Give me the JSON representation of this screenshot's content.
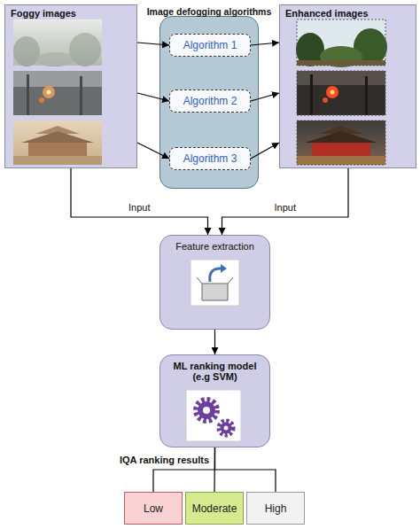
{
  "diagram": {
    "nodes": [
      {
        "text": [
          "Foggy images"
        ]
      },
      {
        "text": [
          "Image defogging algorithms"
        ]
      },
      {
        "text": [
          "Algorithm 1"
        ],
        "in": 1
      },
      {
        "text": [
          "Algorithm 2"
        ],
        "in": 1
      },
      {
        "text": [
          "Algorithm 3"
        ],
        "in": 1
      },
      {
        "text": [
          "Enhanced images"
        ]
      },
      {
        "text": [
          "Feature extraction"
        ]
      },
      {
        "text": [
          "ML ranking model (e.g SVM)"
        ]
      },
      {
        "text": [
          "Low"
        ]
      },
      {
        "text": [
          "Moderate"
        ]
      },
      {
        "text": [
          "High"
        ]
      }
    ],
    "edges": [
      {
        "from": 0,
        "to": 2,
        "arrow": "to"
      },
      {
        "from": 0,
        "to": 3,
        "arrow": "to"
      },
      {
        "from": 0,
        "to": 4,
        "arrow": "to"
      },
      {
        "from": 2,
        "to": 5,
        "arrow": "to"
      },
      {
        "from": 3,
        "to": 5,
        "arrow": "to"
      },
      {
        "from": 4,
        "to": 5,
        "arrow": "to"
      },
      {
        "from": 0,
        "to": 6,
        "label": "Input",
        "arrow": "to"
      },
      {
        "from": 5,
        "to": 6,
        "label": "Input",
        "arrow": "to"
      },
      {
        "from": 6,
        "to": 7,
        "arrow": "to"
      },
      {
        "from": 7,
        "to": 8,
        "arrow": "none"
      },
      {
        "from": 7,
        "to": 9,
        "arrow": "none"
      },
      {
        "from": 7,
        "to": 10,
        "arrow": "none"
      }
    ],
    "labels": [
      "IQA ranking results"
    ]
  }
}
